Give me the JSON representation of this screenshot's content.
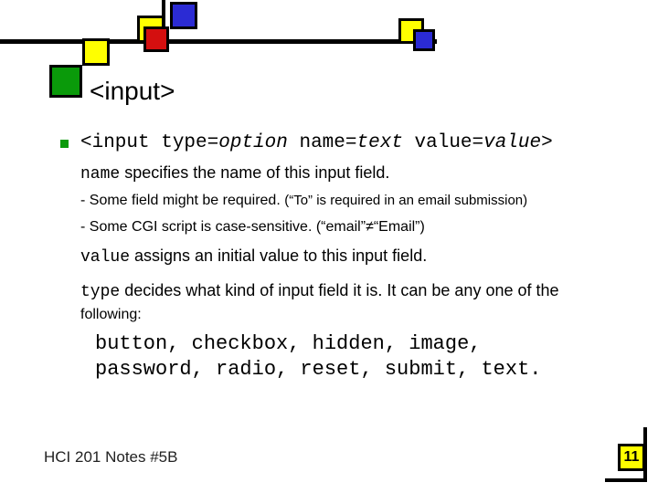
{
  "slide": {
    "title": "<input>",
    "bullet": {
      "tag_open": "<input type=",
      "type_val": "option",
      "name_attr": " name=",
      "name_val": "text",
      "value_attr": " value=",
      "value_val": "value",
      "tag_close": ">"
    },
    "lines": {
      "name_kw": "name",
      "name_desc": " specifies the name of this input field.",
      "req_text": "- Some field might be required. ",
      "req_note": "(“To” is required in an email submission)",
      "case_text": "- Some CGI script is case-sensitive. (“email”≠“Email”)",
      "value_kw": "value",
      "value_desc": " assigns an initial value to this input field.",
      "type_kw": "type",
      "type_desc": " decides what kind of input field it is. It can be any one of the",
      "following": "following:",
      "types_line1": "button, checkbox, hidden, image,",
      "types_line2": "password, radio, reset, submit, text."
    },
    "footer": "HCI 201 Notes #5B",
    "page_number": "11"
  },
  "colors": {
    "blue": "#2b2bd4",
    "yellow": "#ffff00",
    "red": "#d40f0f",
    "green": "#0a9a0a"
  }
}
